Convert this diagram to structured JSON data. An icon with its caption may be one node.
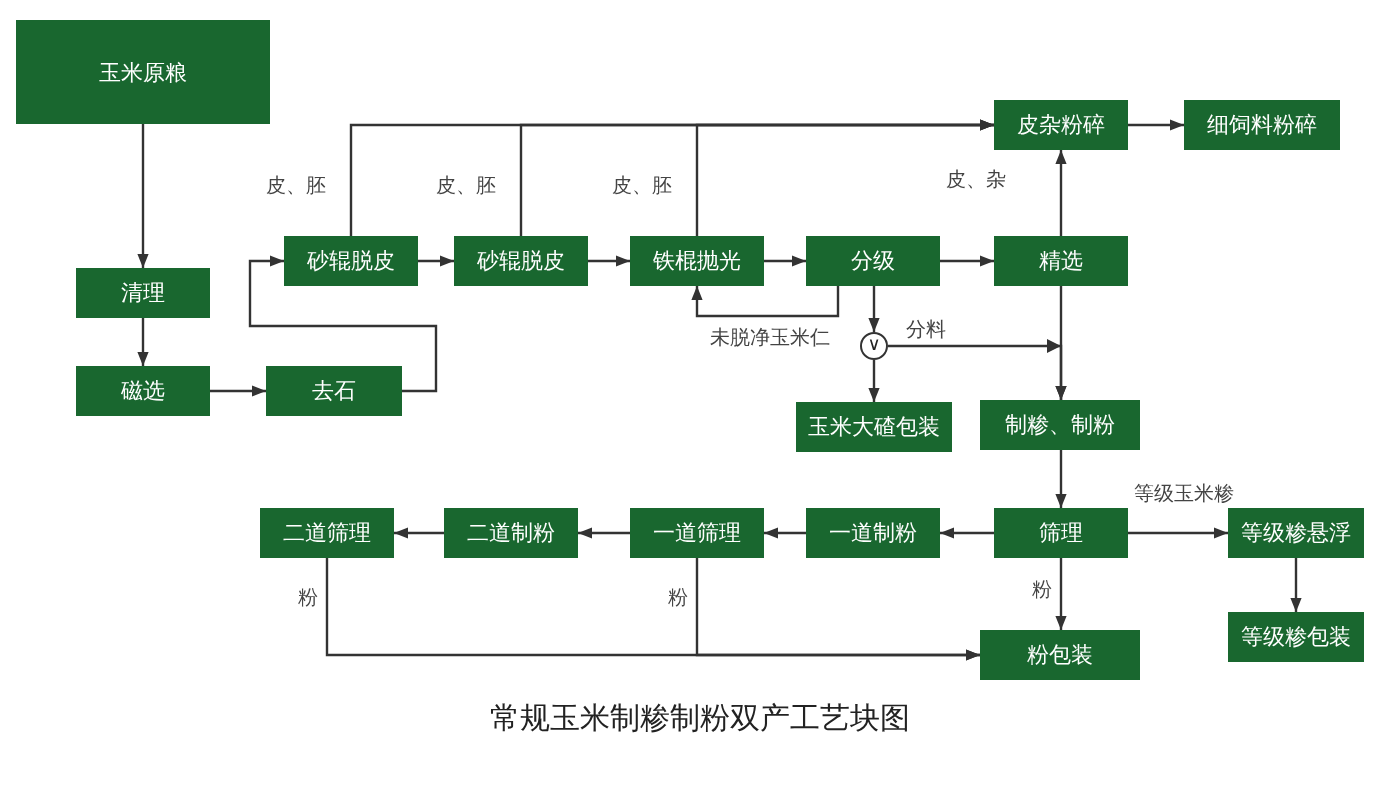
{
  "diagram": {
    "caption": "常规玉米制糁制粉双产工艺块图",
    "nodes": [
      {
        "text": [
          "玉米原粮"
        ]
      },
      {
        "text": [
          "清理"
        ]
      },
      {
        "text": [
          "磁选"
        ]
      },
      {
        "text": [
          "去石"
        ]
      },
      {
        "text": [
          "砂辊脱皮"
        ]
      },
      {
        "text": [
          "砂辊脱皮"
        ]
      },
      {
        "text": [
          "铁棍抛光"
        ]
      },
      {
        "text": [
          "分级"
        ]
      },
      {
        "text": [
          "精选"
        ]
      },
      {
        "text": [
          "皮杂粉碎"
        ]
      },
      {
        "text": [
          "细饲料粉碎"
        ]
      },
      {
        "text": [
          "∨"
        ]
      },
      {
        "text": [
          "玉米大碴包装"
        ]
      },
      {
        "text": [
          "制糁、制粉"
        ]
      },
      {
        "text": [
          "筛理"
        ]
      },
      {
        "text": [
          "一道制粉"
        ]
      },
      {
        "text": [
          "一道筛理"
        ]
      },
      {
        "text": [
          "二道制粉"
        ]
      },
      {
        "text": [
          "二道筛理"
        ]
      },
      {
        "text": [
          "等级糁悬浮"
        ]
      },
      {
        "text": [
          "等级糁包装"
        ]
      },
      {
        "text": [
          "粉包装"
        ]
      }
    ],
    "edges": [
      {
        "from": 0,
        "to": 1,
        "arrow": "to"
      },
      {
        "from": 1,
        "to": 2,
        "arrow": "to"
      },
      {
        "from": 2,
        "to": 3,
        "arrow": "to"
      },
      {
        "from": 3,
        "to": 4,
        "arrow": "to"
      },
      {
        "from": 4,
        "to": 5,
        "arrow": "to"
      },
      {
        "from": 5,
        "to": 6,
        "arrow": "to"
      },
      {
        "from": 6,
        "to": 7,
        "arrow": "to"
      },
      {
        "from": 7,
        "to": 8,
        "arrow": "to"
      },
      {
        "from": 7,
        "to": 6,
        "arrow": "to",
        "label": "未脱净玉米仁"
      },
      {
        "from": 7,
        "to": 11,
        "arrow": "to"
      },
      {
        "from": 11,
        "to": 12,
        "arrow": "to"
      },
      {
        "from": 11,
        "to": 13,
        "arrow": "to",
        "label": "分料"
      },
      {
        "from": 8,
        "to": 13,
        "arrow": "to"
      },
      {
        "from": 8,
        "to": 9,
        "arrow": "to",
        "label": "皮、杂"
      },
      {
        "from": 4,
        "to": 9,
        "arrow": "to",
        "label": "皮、胚"
      },
      {
        "from": 5,
        "to": 9,
        "arrow": "to",
        "label": "皮、胚"
      },
      {
        "from": 6,
        "to": 9,
        "arrow": "to",
        "label": "皮、胚"
      },
      {
        "from": 9,
        "to": 10,
        "arrow": "to"
      },
      {
        "from": 13,
        "to": 14,
        "arrow": "to"
      },
      {
        "from": 14,
        "to": 15,
        "arrow": "to"
      },
      {
        "from": 15,
        "to": 16,
        "arrow": "to"
      },
      {
        "from": 16,
        "to": 17,
        "arrow": "to"
      },
      {
        "from": 17,
        "to": 18,
        "arrow": "to"
      },
      {
        "from": 14,
        "to": 19,
        "arrow": "to",
        "label": "等级玉米糁"
      },
      {
        "from": 19,
        "to": 20,
        "arrow": "to"
      },
      {
        "from": 14,
        "to": 21,
        "arrow": "to",
        "label": "粉"
      },
      {
        "from": 18,
        "to": 21,
        "arrow": "to",
        "label": "粉"
      },
      {
        "from": 16,
        "to": 21,
        "arrow": "to",
        "label": "粉"
      }
    ]
  }
}
